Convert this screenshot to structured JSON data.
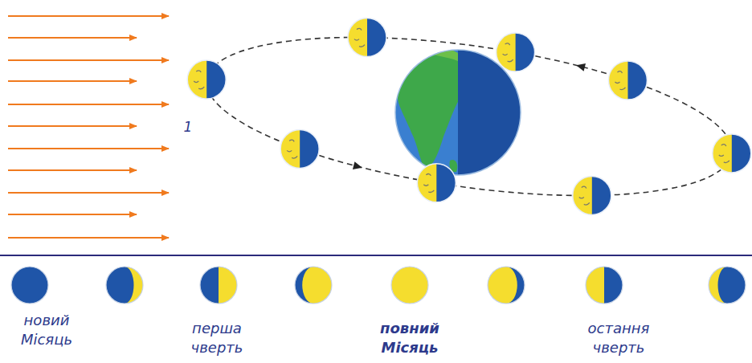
{
  "diagram": {
    "labels": [
      "1",
      "новий Місяць",
      "перша чверть",
      "повний Місяць",
      "остання чверть"
    ]
  }
}
